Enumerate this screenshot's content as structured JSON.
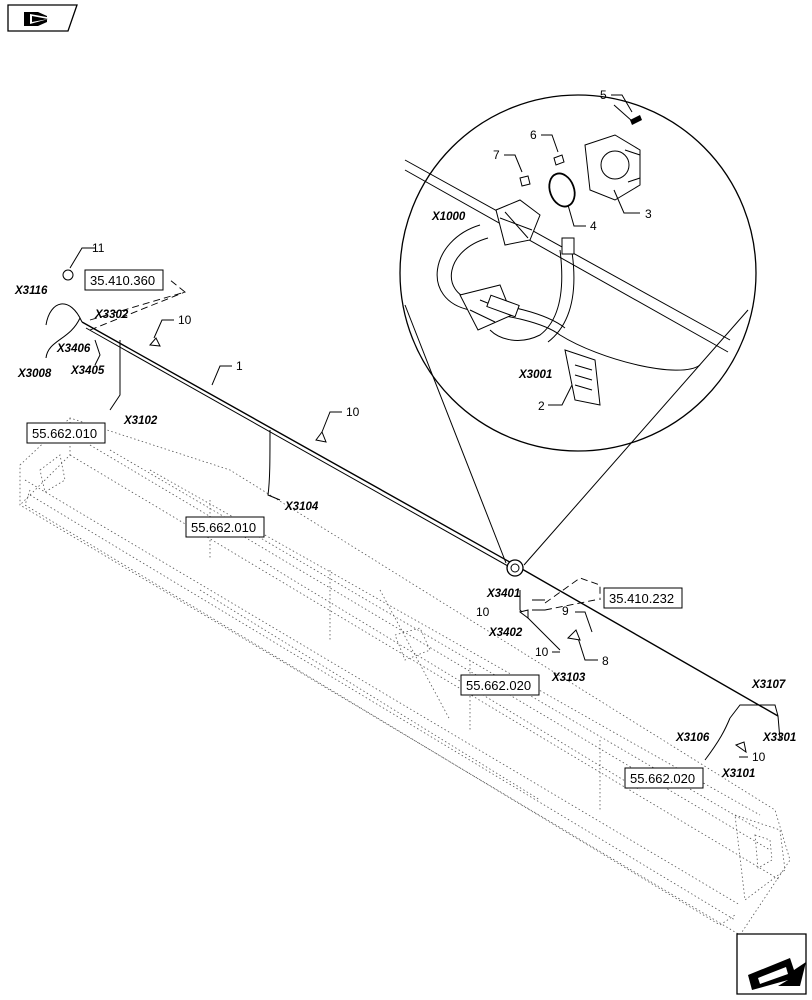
{
  "callouts": {
    "c1": "1",
    "c2": "2",
    "c3": "3",
    "c4": "4",
    "c5": "5",
    "c6": "6",
    "c7": "7",
    "c8": "8",
    "c9": "9",
    "c10": "10",
    "c11": "11"
  },
  "connectors": {
    "x3116": "X3116",
    "x3302": "X3302",
    "x3406": "X3406",
    "x3008": "X3008",
    "x3405": "X3405",
    "x3102": "X3102",
    "x3104": "X3104",
    "x1000": "X1000",
    "x3001": "X3001",
    "x3401": "X3401",
    "x3402": "X3402",
    "x3103": "X3103",
    "x3107": "X3107",
    "x3106": "X3106",
    "x3301": "X3301",
    "x3101": "X3101"
  },
  "references": {
    "ref_35_410_360": "35.410.360",
    "ref_55_662_010": "55.662.010",
    "ref_35_410_232": "35.410.232",
    "ref_55_662_020": "55.662.020"
  },
  "icons": {
    "top_left": "book-page-icon",
    "bottom_right": "next-page-arrow-icon"
  }
}
